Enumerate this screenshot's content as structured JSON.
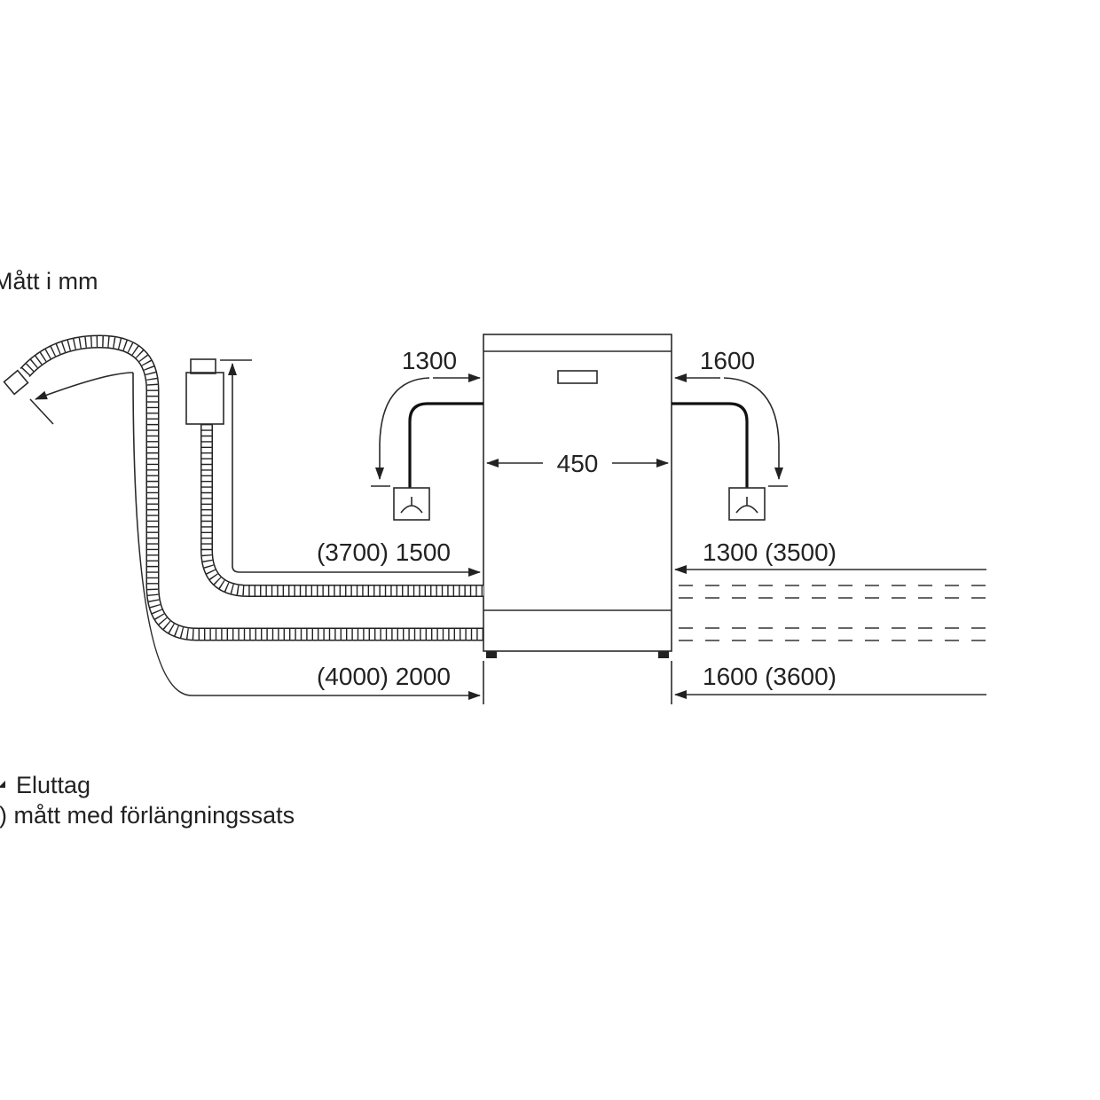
{
  "header": {
    "units_note": "Mått i mm"
  },
  "dimensions": {
    "width": "450",
    "left_power_cord": "1300",
    "right_power_cord": "1600",
    "left_inlet_hose": "(3700) 1500",
    "left_drain_hose": "(4000) 2000",
    "right_inlet_hose": "1300 (3500)",
    "right_drain_hose": "1600 (3600)"
  },
  "legend": {
    "socket_label": "Eluttag",
    "extension_label": "() mått med förlängningssats"
  },
  "icons": {
    "socket": "power-socket-icon",
    "faucet": "water-tap-icon",
    "drain": "drain-hose-end-icon"
  },
  "colors": {
    "line": "#222222",
    "background": "#ffffff"
  }
}
